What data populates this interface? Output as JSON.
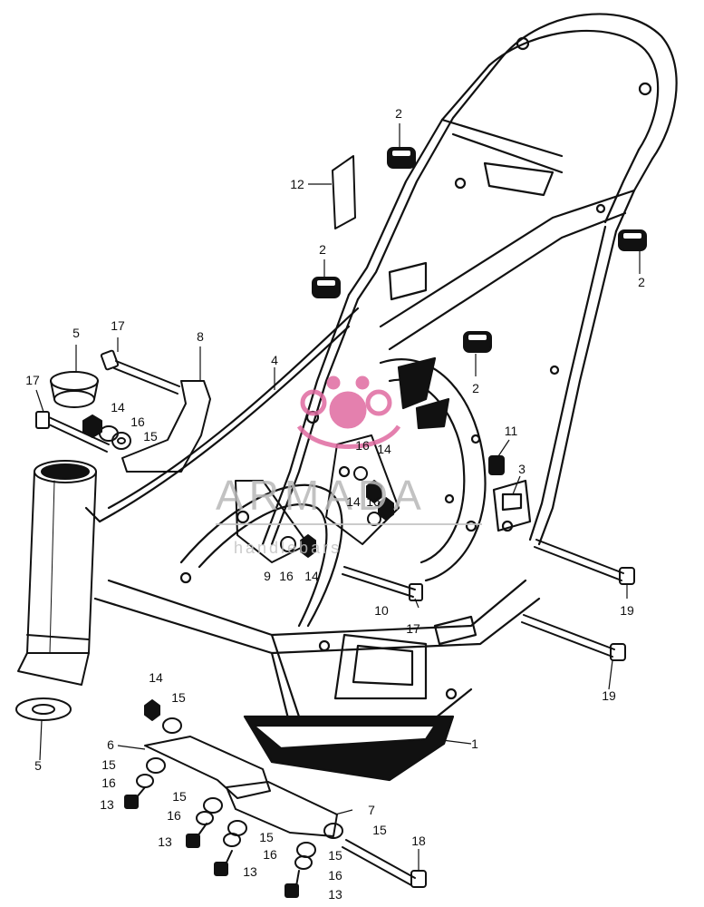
{
  "callouts": [
    {
      "id": "c2a",
      "text": "2"
    },
    {
      "id": "c12",
      "text": "12"
    },
    {
      "id": "c2b",
      "text": "2"
    },
    {
      "id": "c2c",
      "text": "2"
    },
    {
      "id": "c2d",
      "text": "2"
    },
    {
      "id": "c5a",
      "text": "5"
    },
    {
      "id": "c17a",
      "text": "17"
    },
    {
      "id": "c8",
      "text": "8"
    },
    {
      "id": "c4",
      "text": "4"
    },
    {
      "id": "c17b",
      "text": "17"
    },
    {
      "id": "c14a",
      "text": "14"
    },
    {
      "id": "c16a",
      "text": "16"
    },
    {
      "id": "c15a",
      "text": "15"
    },
    {
      "id": "c16b",
      "text": "16"
    },
    {
      "id": "c14b",
      "text": "14"
    },
    {
      "id": "c11",
      "text": "11"
    },
    {
      "id": "c3",
      "text": "3"
    },
    {
      "id": "c14c",
      "text": "14"
    },
    {
      "id": "c16c",
      "text": "16"
    },
    {
      "id": "c9",
      "text": "9"
    },
    {
      "id": "c16d",
      "text": "16"
    },
    {
      "id": "c14d",
      "text": "14"
    },
    {
      "id": "c10",
      "text": "10"
    },
    {
      "id": "c17c",
      "text": "17"
    },
    {
      "id": "c19a",
      "text": "19"
    },
    {
      "id": "c19b",
      "text": "19"
    },
    {
      "id": "c14e",
      "text": "14"
    },
    {
      "id": "c15b",
      "text": "15"
    },
    {
      "id": "c1",
      "text": "1"
    },
    {
      "id": "c6",
      "text": "6"
    },
    {
      "id": "c15c",
      "text": "15"
    },
    {
      "id": "c16e",
      "text": "16"
    },
    {
      "id": "c13a",
      "text": "13"
    },
    {
      "id": "c15d",
      "text": "15"
    },
    {
      "id": "c16f",
      "text": "16"
    },
    {
      "id": "c7",
      "text": "7"
    },
    {
      "id": "c13b",
      "text": "13"
    },
    {
      "id": "c15e",
      "text": "15"
    },
    {
      "id": "c15f",
      "text": "15"
    },
    {
      "id": "c16g",
      "text": "16"
    },
    {
      "id": "c15g",
      "text": "15"
    },
    {
      "id": "c18",
      "text": "18"
    },
    {
      "id": "c13c",
      "text": "13"
    },
    {
      "id": "c16h",
      "text": "16"
    },
    {
      "id": "c13d",
      "text": "13"
    },
    {
      "id": "c5b",
      "text": "5"
    }
  ],
  "watermark": {
    "brand": "ARMADA",
    "tagline": "handlebars"
  },
  "colors": {
    "line": "#111111",
    "watermark_logo": "#e06aa0",
    "watermark_text": "#b8b8b8"
  }
}
